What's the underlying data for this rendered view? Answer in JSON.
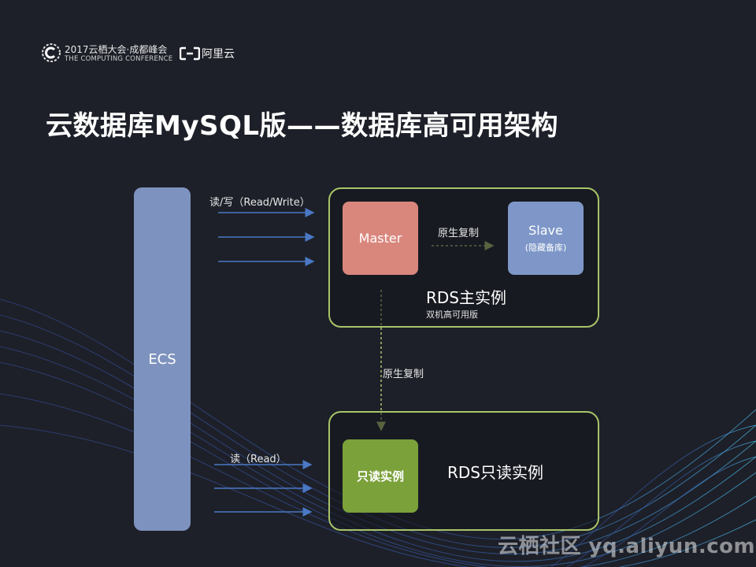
{
  "header": {
    "conference_line1": "2017云栖大会·成都峰会",
    "conference_line2": "THE COMPUTING CONFERENCE",
    "brand": "阿里云"
  },
  "title": "云数据库MySQL版——数据库高可用架构",
  "diagram": {
    "ecs_label": "ECS",
    "read_write_label": "读/写（Read/Write）",
    "read_label": "读（Read）",
    "master_label": "Master",
    "slave_label": "Slave",
    "slave_sub": "(隐藏备库)",
    "replication_label_top": "原生复制",
    "replication_label_mid": "原生复制",
    "main_instance_title": "RDS主实例",
    "main_instance_sub": "双机高可用版",
    "readonly_node_label": "只读实例",
    "readonly_instance_title": "RDS只读实例"
  },
  "colors": {
    "background": "#1d2028",
    "ecs": "#7d92be",
    "master": "#d9877d",
    "slave": "#7e97c8",
    "readonly": "#7ba13b",
    "frame": "#a8c46a",
    "arrow": "#4a78c4"
  },
  "watermark": "云栖社区 yq.aliyun.com"
}
